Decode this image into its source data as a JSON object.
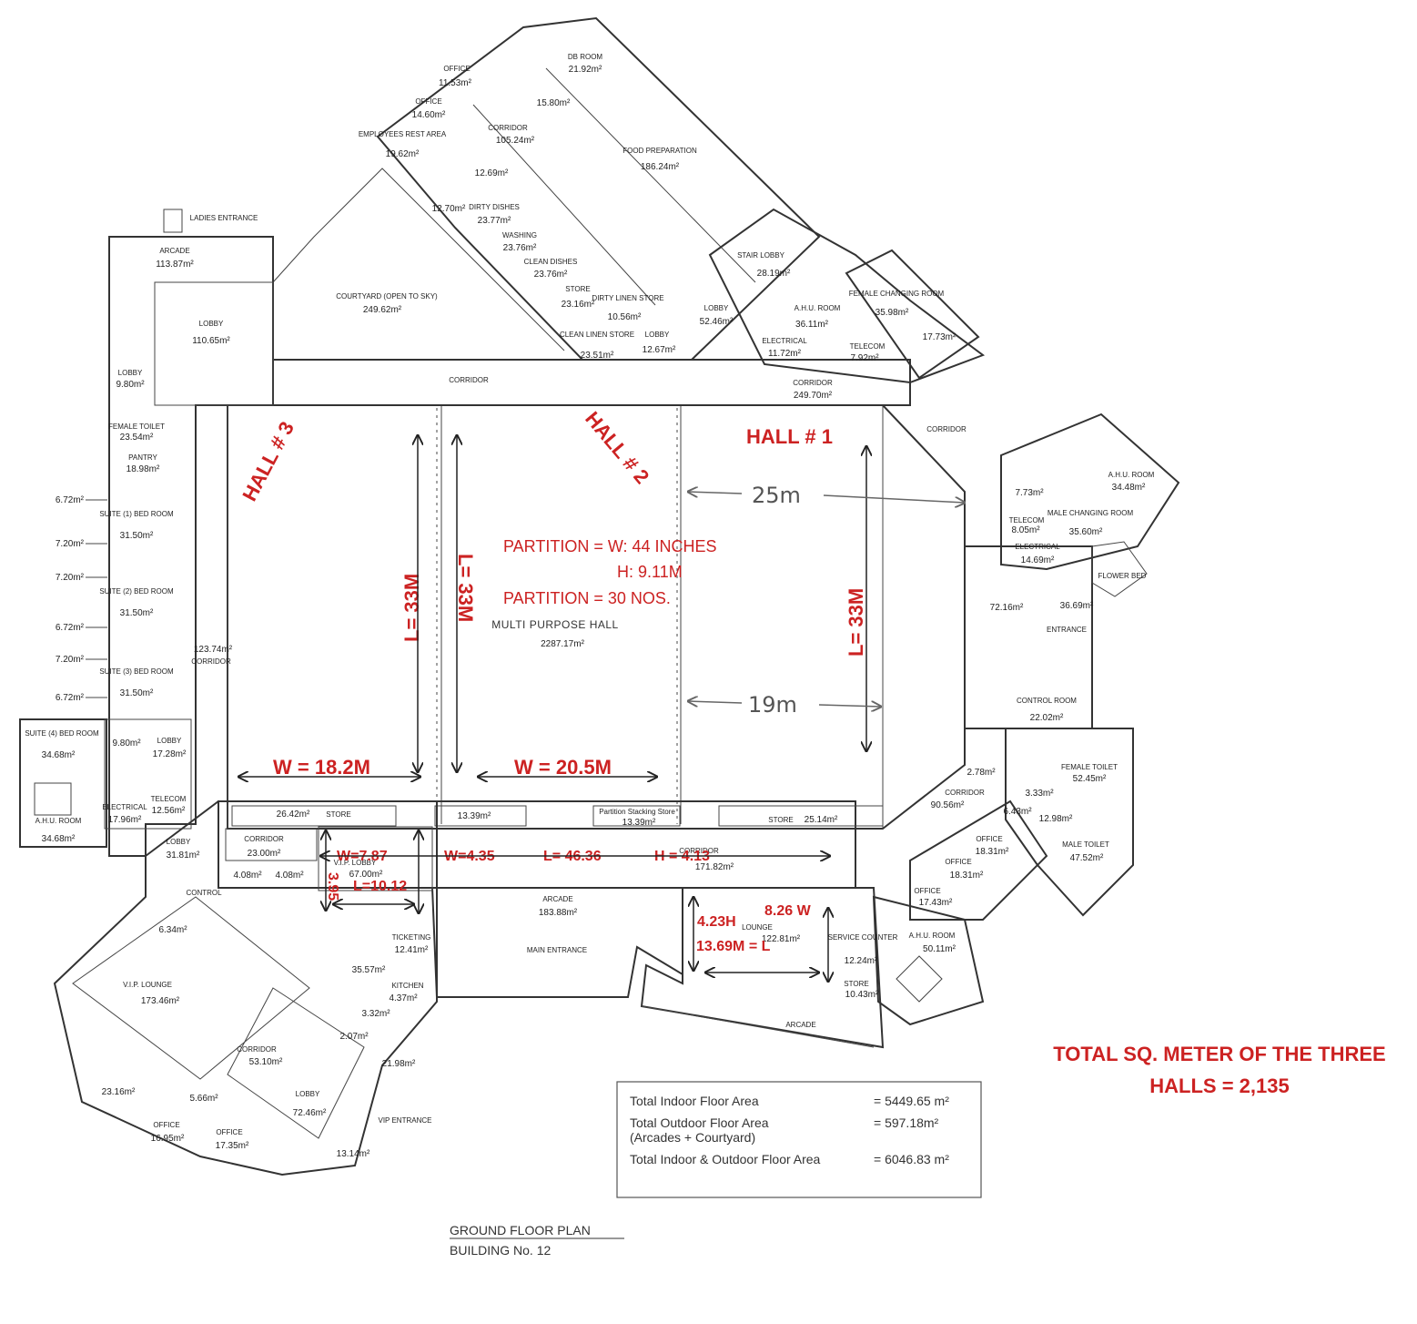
{
  "halls": {
    "hall3": "HALL # 3",
    "hall2": "HALL # 2",
    "hall1": "HALL # 1",
    "main_name": "MULTI PURPOSE HALL",
    "main_area": "2287.17m²"
  },
  "partition": {
    "line1": "PARTITION = W: 44 INCHES",
    "line2": "H: 9.11M",
    "line3": "PARTITION = 30 NOS."
  },
  "dimensions": {
    "hall3_length": "L= 33M",
    "hall2_length": "L= 33M",
    "hall1_length": "L= 33M",
    "hall3_width": "W = 18.2M",
    "hall2_width": "W = 20.5M",
    "hall1_top": "25m",
    "hall1_bottom": "19m",
    "vip_w": "W=7.87",
    "vip_h": "3.95",
    "vip_l": "L=10.12",
    "corr_w": "W=4.35",
    "corr_l": "L= 46.36",
    "corr_h": "H = 4.13",
    "lounge_h": "4.23H",
    "lounge_w": "8.26 W",
    "lounge_l": "13.69M = L"
  },
  "rooms": [
    {
      "label": "OFFICE",
      "area": "11.53m²"
    },
    {
      "label": "DB ROOM",
      "area": "21.92m²"
    },
    {
      "label": "",
      "area": "15.80m²"
    },
    {
      "label": "OFFICE",
      "area": "14.60m²"
    },
    {
      "label": "CORRIDOR",
      "area": "105.24m²"
    },
    {
      "label": "EMPLOYEES REST AREA",
      "area": "19.62m²"
    },
    {
      "label": "FOOD PREPARATION",
      "area": "186.24m²"
    },
    {
      "label": "",
      "area": "12.69m²"
    },
    {
      "label": "",
      "area": "12.70m²"
    },
    {
      "label": "DIRTY DISHES",
      "area": "23.77m²"
    },
    {
      "label": "WASHING",
      "area": "23.76m²"
    },
    {
      "label": "CLEAN DISHES",
      "area": "23.76m²"
    },
    {
      "label": "STORE",
      "area": "23.16m²"
    },
    {
      "label": "DIRTY LINEN STORE",
      "area": "10.56m²"
    },
    {
      "label": "CLEAN LINEN STORE",
      "area": "23.51m²"
    },
    {
      "label": "LOBBY",
      "area": "12.67m²"
    },
    {
      "label": "LOBBY",
      "area": "52.46m²"
    },
    {
      "label": "STAIR LOBBY",
      "area": "28.19m²"
    },
    {
      "label": "A.H.U. ROOM",
      "area": "36.11m²"
    },
    {
      "label": "ELECTRICAL",
      "area": "11.72m²"
    },
    {
      "label": "TELECOM",
      "area": "7.92m²"
    },
    {
      "label": "FEMALE CHANGING ROOM",
      "area": "35.98m²"
    },
    {
      "label": "",
      "area": "17.73m²"
    },
    {
      "label": "ARCADE",
      "area": "113.87m²"
    },
    {
      "label": "COURTYARD (OPEN TO SKY)",
      "area": "249.62m²"
    },
    {
      "label": "LOBBY",
      "area": "110.65m²"
    },
    {
      "label": "LOBBY",
      "area": "9.80m²"
    },
    {
      "label": "CORRIDOR",
      "area": ""
    },
    {
      "label": "CORRIDOR",
      "area": "249.70m²"
    },
    {
      "label": "FEMALE TOILET",
      "area": "23.54m²"
    },
    {
      "label": "PANTRY",
      "area": "18.98m²"
    },
    {
      "label": "SUITE (1) BED ROOM",
      "area": "31.50m²"
    },
    {
      "label": "SUITE (2) BED ROOM",
      "area": "31.50m²"
    },
    {
      "label": "SUITE (3) BED ROOM",
      "area": "31.50m²"
    },
    {
      "label": "CORRIDOR",
      "area": "123.74m²"
    },
    {
      "label": "SUITE (4) BED ROOM",
      "area": "34.68m²"
    },
    {
      "label": "",
      "area": "9.80m²"
    },
    {
      "label": "LOBBY",
      "area": "17.28m²"
    },
    {
      "label": "A.H.U. ROOM",
      "area": "34.68m²"
    },
    {
      "label": "ELECTRICAL",
      "area": "17.96m²"
    },
    {
      "label": "TELECOM",
      "area": "12.56m²"
    },
    {
      "label": "STORE",
      "area": "26.42m²"
    },
    {
      "label": "",
      "area": "13.39m²"
    },
    {
      "label": "Partition Stacking Store",
      "area": "13.39m²"
    },
    {
      "label": "STORE",
      "area": "25.14m²"
    },
    {
      "label": "LOBBY",
      "area": "31.81m²"
    },
    {
      "label": "CORRIDOR",
      "area": "23.00m²"
    },
    {
      "label": "V.I.P. LOBBY",
      "area": "67.00m²"
    },
    {
      "label": "",
      "area": "4.08m²"
    },
    {
      "label": "",
      "area": "4.08m²"
    },
    {
      "label": "CONTROL",
      "area": ""
    },
    {
      "label": "CORRIDOR",
      "area": "171.82m²"
    },
    {
      "label": "ARCADE",
      "area": "183.88m²"
    },
    {
      "label": "MAIN ENTRANCE",
      "area": ""
    },
    {
      "label": "LOUNGE",
      "area": "122.81m²"
    },
    {
      "label": "TICKETING",
      "area": "12.41m²"
    },
    {
      "label": "",
      "area": "6.34m²"
    },
    {
      "label": "V.I.P. LOUNGE",
      "area": "173.46m²"
    },
    {
      "label": "",
      "area": "35.57m²"
    },
    {
      "label": "KITCHEN",
      "area": "4.37m²"
    },
    {
      "label": "",
      "area": "3.32m²"
    },
    {
      "label": "",
      "area": "2.07m²"
    },
    {
      "label": "",
      "area": "21.98m²"
    },
    {
      "label": "CORRIDOR",
      "area": "53.10m²"
    },
    {
      "label": "LOBBY",
      "area": "72.46m²"
    },
    {
      "label": "",
      "area": "23.16m²"
    },
    {
      "label": "",
      "area": "5.66m²"
    },
    {
      "label": "OFFICE",
      "area": "16.95m²"
    },
    {
      "label": "OFFICE",
      "area": "17.35m²"
    },
    {
      "label": "",
      "area": "13.14m²"
    },
    {
      "label": "VIP ENTRANCE",
      "area": ""
    },
    {
      "label": "SERVICE COUNTER",
      "area": "12.24m²"
    },
    {
      "label": "STORE",
      "area": "10.43m²"
    },
    {
      "label": "A.H.U. ROOM",
      "area": "50.11m²"
    },
    {
      "label": "OFFICE",
      "area": "17.43m²"
    },
    {
      "label": "OFFICE",
      "area": "18.31m²"
    },
    {
      "label": "OFFICE",
      "area": "18.31m²"
    },
    {
      "label": "CORRIDOR",
      "area": "90.56m²"
    },
    {
      "label": "",
      "area": "2.78m²"
    },
    {
      "label": "FEMALE TOILET",
      "area": "52.45m²"
    },
    {
      "label": "MALE TOILET",
      "area": "47.52m²"
    },
    {
      "label": "CONTROL ROOM",
      "area": "22.02m²"
    },
    {
      "label": "",
      "area": "72.16m²"
    },
    {
      "label": "",
      "area": "36.69m²"
    },
    {
      "label": "FLOWER BED",
      "area": ""
    },
    {
      "label": "ELECTRICAL",
      "area": "14.69m²"
    },
    {
      "label": "TELECOM",
      "area": "8.05m²"
    },
    {
      "label": "MALE CHANGING ROOM",
      "area": "35.60m²"
    },
    {
      "label": "A.H.U. ROOM",
      "area": "34.48m²"
    },
    {
      "label": "",
      "area": "7.73m²"
    },
    {
      "label": "CORRIDOR",
      "area": ""
    },
    {
      "label": "LADIES ENTRANCE",
      "area": ""
    },
    {
      "label": "",
      "area": "6.43m²"
    },
    {
      "label": "",
      "area": "12.98m²"
    },
    {
      "label": "",
      "area": "3.33m²"
    },
    {
      "label": "ENTRANCE",
      "area": ""
    },
    {
      "label": "ARCADE",
      "area": ""
    }
  ],
  "side_areas": [
    "6.72m²",
    "7.20m²",
    "7.20m²",
    "6.72m²",
    "7.20m²",
    "6.72m²"
  ],
  "summary": {
    "indoor_label": "Total Indoor Floor Area",
    "indoor_value": "= 5449.65 m²",
    "outdoor_label": "Total Outdoor Floor Area",
    "outdoor_sub": "(Arcades + Courtyard)",
    "outdoor_value": "=   597.18m²",
    "total_label": "Total Indoor & Outdoor Floor Area",
    "total_value": "= 6046.83 m²"
  },
  "total_halls": {
    "line1": "TOTAL SQ. METER OF THE THREE",
    "line2": "HALLS = 2,135"
  },
  "footer": {
    "line1": "GROUND FLOOR PLAN",
    "line2": "BUILDING No. 12"
  },
  "colors": {
    "red": "#cc2222",
    "ink": "#222222"
  }
}
